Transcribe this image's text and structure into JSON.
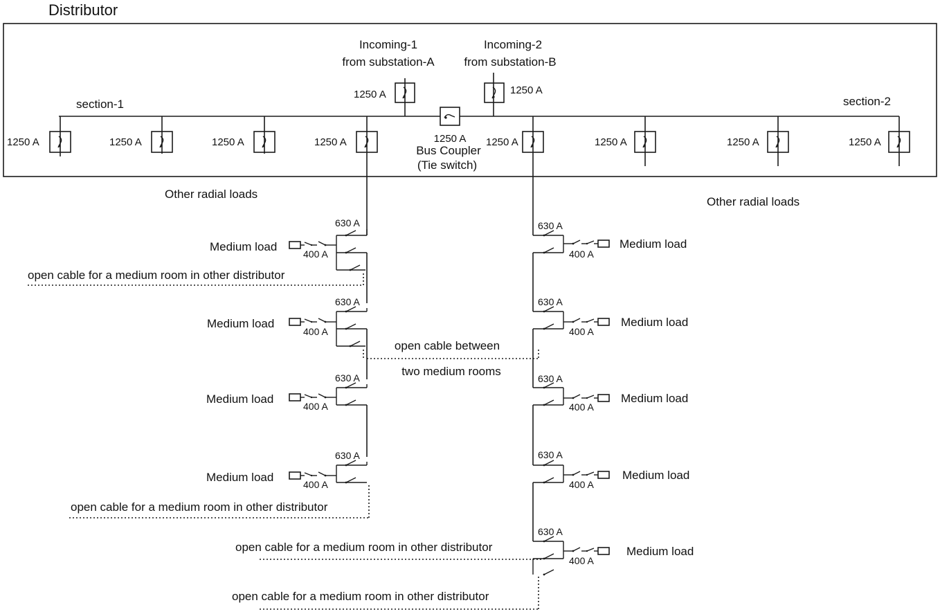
{
  "title": "Distributor",
  "section_labels": [
    "section-1",
    "section-2"
  ],
  "incoming": [
    {
      "line1": "Incoming-1",
      "line2": "from substation-A",
      "rating": "1250 A"
    },
    {
      "line1": "Incoming-2",
      "line2": "from substation-B",
      "rating": "1250 A"
    }
  ],
  "bus_coupler": {
    "rating": "1250 A",
    "line1": "Bus Coupler",
    "line2": "(Tie switch)"
  },
  "feeder_rating": "1250 A",
  "other_radial_loads": "Other radial loads",
  "medium_load": "Medium load",
  "rating_630": "630 A",
  "rating_400": "400 A",
  "open_cable_other_distributor": "open cable for a medium room in other distributor",
  "open_cable_between": {
    "line1": "open cable between",
    "line2": "two medium rooms"
  }
}
